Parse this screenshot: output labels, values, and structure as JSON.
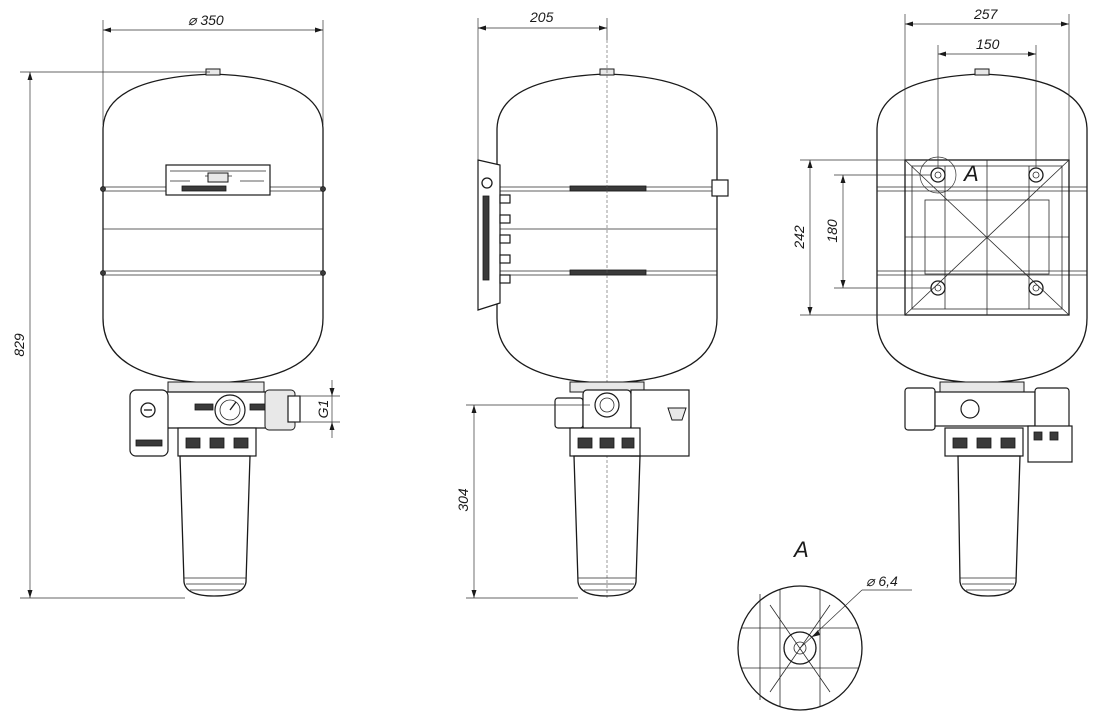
{
  "dimensions": {
    "diameter": "⌀ 350",
    "height": "829",
    "thread": "G1",
    "side_depth": "205",
    "side_height": "304",
    "back_width": "257",
    "mount_width": "150",
    "mount_outer_height": "242",
    "mount_inner_height": "180",
    "hole_diameter": "⌀ 6,4"
  },
  "callouts": {
    "view_marker": "A",
    "detail_title": "A"
  }
}
